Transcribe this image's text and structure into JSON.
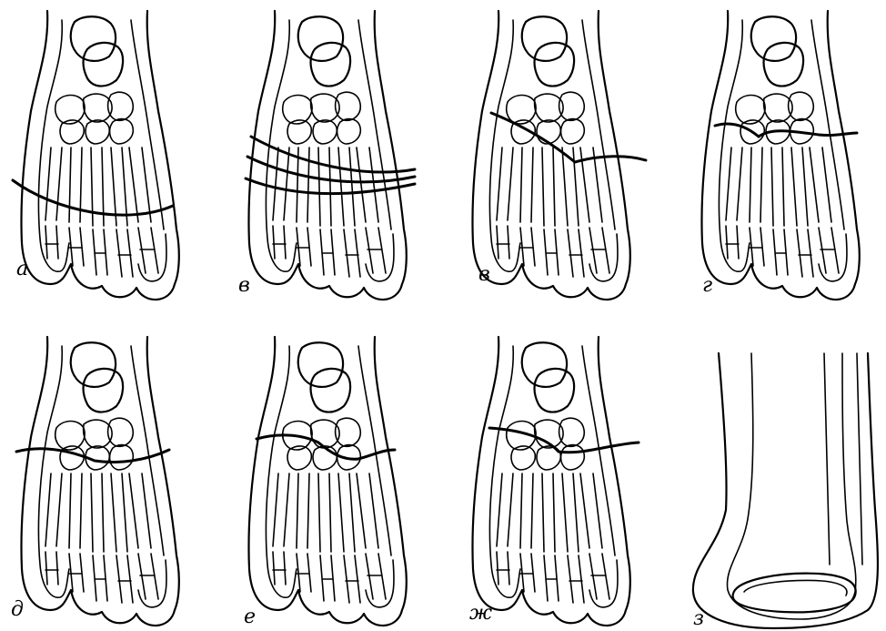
{
  "figure": {
    "labels": [
      "а",
      "в",
      "в",
      "г",
      "д",
      "е",
      "ж",
      "з"
    ],
    "color": "#000000"
  }
}
